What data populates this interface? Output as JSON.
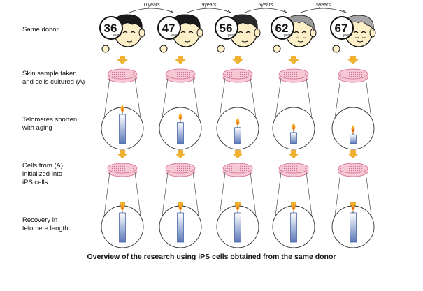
{
  "donors": [
    {
      "age": "36",
      "unit": "years",
      "hair": "#1a1a1a",
      "skin": "#fdf0c8"
    },
    {
      "age": "47",
      "unit": "years",
      "hair": "#1a1a1a",
      "skin": "#fdf0c8"
    },
    {
      "age": "56",
      "unit": "years",
      "hair": "#2a2a2a",
      "skin": "#fdf0c8"
    },
    {
      "age": "62",
      "unit": "years",
      "hair": "#9a9a9a",
      "skin": "#fdf0c8"
    },
    {
      "age": "67",
      "unit": "years",
      "hair": "#a8a8a8",
      "skin": "#fdf0c8"
    }
  ],
  "intervals": [
    "11years",
    "9years",
    "6years",
    "5years"
  ],
  "row_labels": {
    "donor": [
      "Same donor"
    ],
    "skin": [
      "Skin sample taken",
      "and cells cultured (A)"
    ],
    "telomere_short": [
      "Telomeres shorten",
      "with aging"
    ],
    "ips": [
      "Cells from (A)",
      "initialized into",
      "iPS cells"
    ],
    "recovery": [
      "Recovery in",
      "telomere length"
    ]
  },
  "candle_levels_aging": [
    1.0,
    0.72,
    0.55,
    0.38,
    0.3
  ],
  "candle_levels_recovered": [
    1.0,
    1.0,
    1.0,
    1.0,
    1.0
  ],
  "caption": "Overview of the research using iPS cells obtained from the same donor",
  "colors": {
    "arrow": "#f0b030",
    "dish_fill": "#f7c8d6",
    "dish_stroke": "#d46a8a",
    "flame_outer": "#f5a623",
    "flame_inner": "#e8501c",
    "candle_top": "#ffffff",
    "candle_bottom": "#5a78b8"
  }
}
